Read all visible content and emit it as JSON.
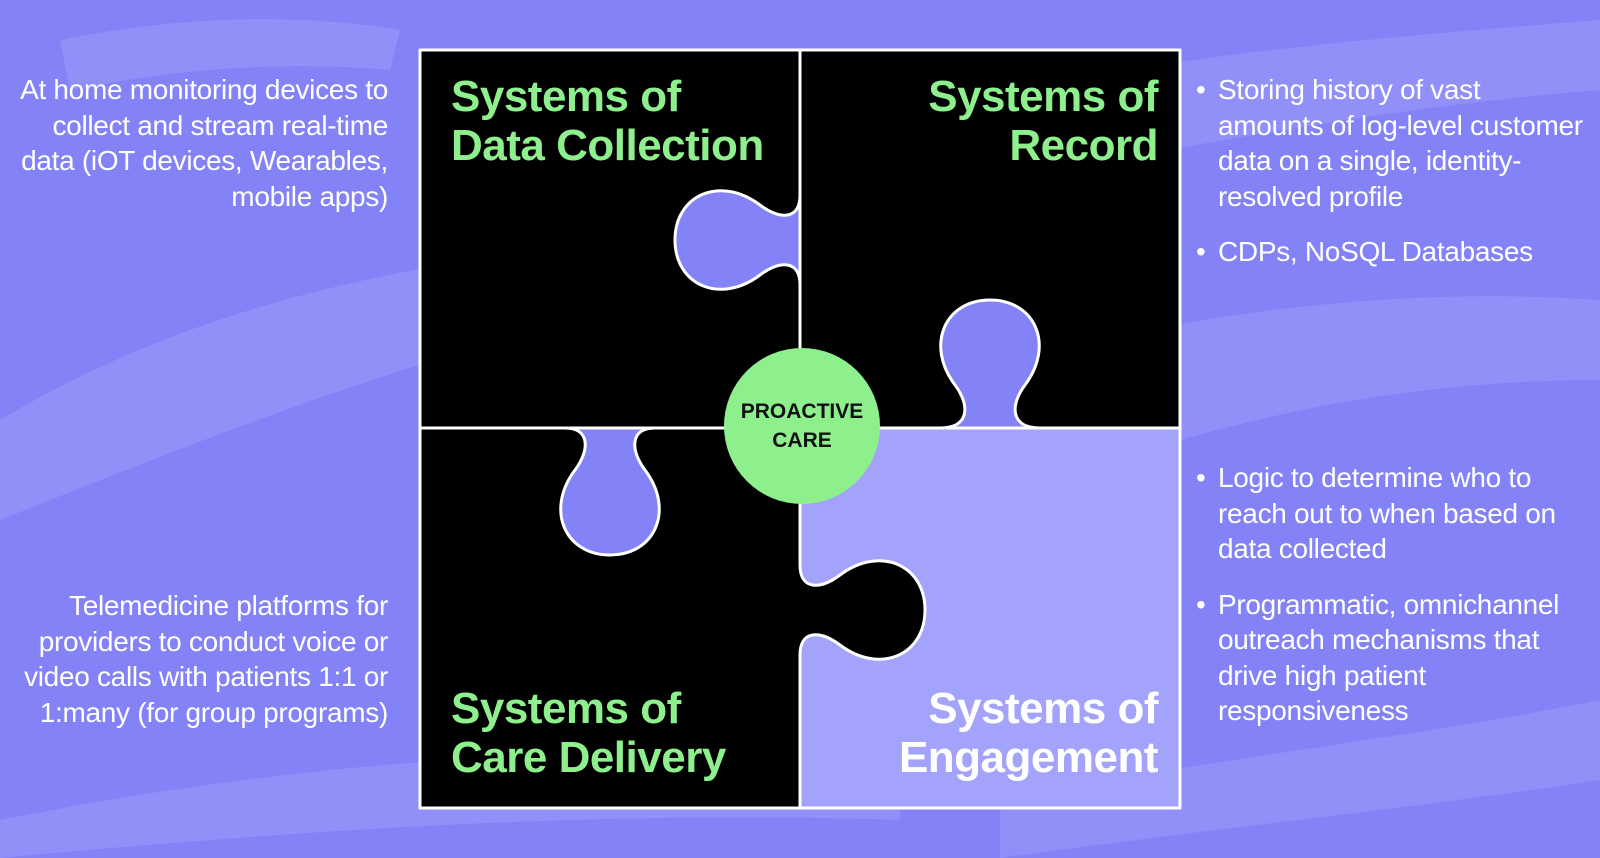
{
  "left_annotations": {
    "data_collection": "At home monitoring devices to collect and stream real-time data (iOT devices, Wearables, mobile apps)",
    "care_delivery": "Telemedicine platforms for providers to conduct voice or video calls with patients 1:1 or 1:many (for group programs)"
  },
  "right_annotations": {
    "record": [
      "Storing history of vast amounts of log-level customer data on a single, identity-resolved profile",
      "CDPs, NoSQL Databases"
    ],
    "engagement": [
      "Logic to determine who to reach out to when based on data collected",
      "Programmatic, omnichannel outreach mechanisms that drive high patient responsiveness"
    ]
  },
  "puzzle": {
    "top_left": {
      "line1": "Systems of",
      "line2": "Data Collection"
    },
    "top_right": {
      "line1": "Systems of",
      "line2": "Record"
    },
    "bottom_left": {
      "line1": "Systems of",
      "line2": "Care Delivery"
    },
    "bottom_right": {
      "line1": "Systems of",
      "line2": "Engagement"
    },
    "center": {
      "line1": "PROACTIVE",
      "line2": "CARE"
    }
  },
  "colors": {
    "background": "#8383f7",
    "piece_dark": "#000000",
    "piece_light": "#a3a3fb",
    "accent_green": "#8df08d",
    "outline": "#ffffff"
  }
}
